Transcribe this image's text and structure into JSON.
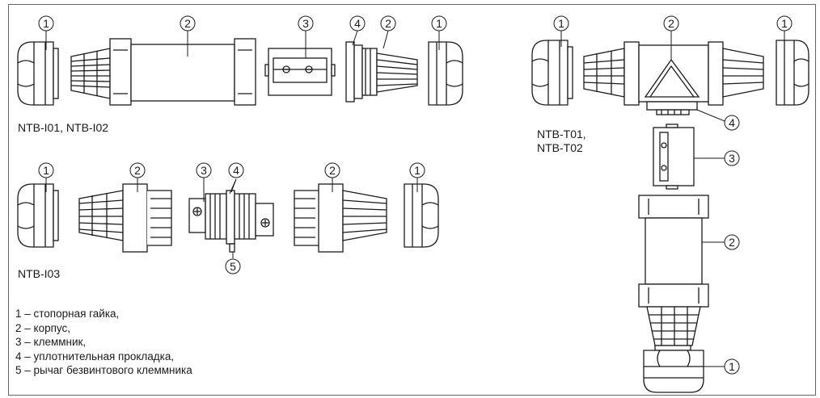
{
  "models": {
    "inline_1": "NTB-I01, NTB-I02",
    "inline_2": "NTB-I03",
    "tee_line1": "NTB-T01,",
    "tee_line2": "NTB-T02"
  },
  "callouts": {
    "c1": "1",
    "c2": "2",
    "c3": "3",
    "c4": "4",
    "c5": "5"
  },
  "legend": [
    "1 – стопорная гайка,",
    "2 – корпус,",
    "3 – клеммник,",
    "4 – уплотнительная прокладка,",
    "5 – рычаг безвинтового клеммника"
  ],
  "colors": {
    "line": "#1a1a1a",
    "fill": "#ffffff",
    "frame": "#666666"
  }
}
